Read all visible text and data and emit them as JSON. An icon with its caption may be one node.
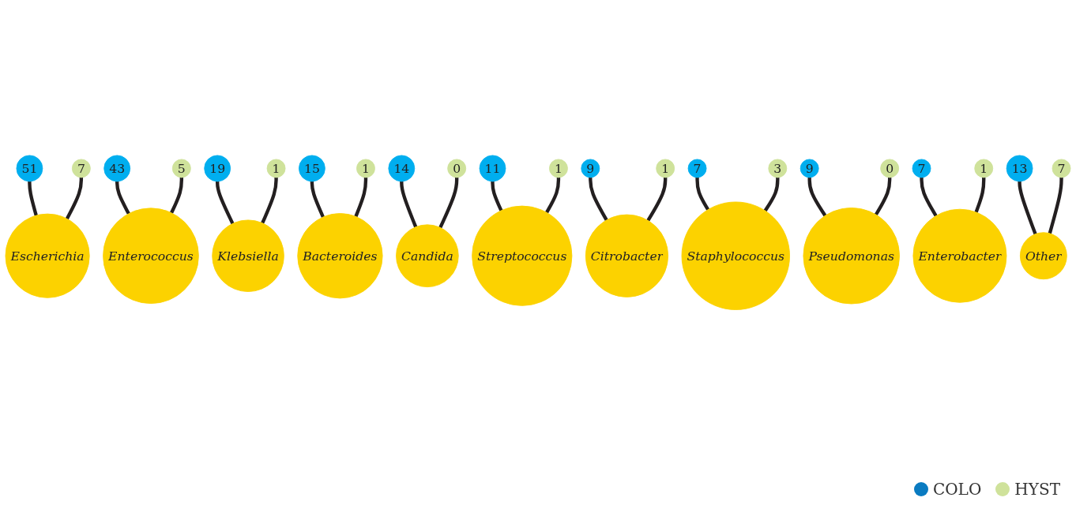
{
  "diagram": {
    "nodes": [
      {
        "text": [
          "51"
        ]
      },
      {
        "text": [
          "7"
        ]
      },
      {
        "text": [
          "Escherichia"
        ]
      },
      {
        "text": [
          "43"
        ]
      },
      {
        "text": [
          "5"
        ]
      },
      {
        "text": [
          "Enterococcus"
        ]
      },
      {
        "text": [
          "19"
        ]
      },
      {
        "text": [
          "1"
        ]
      },
      {
        "text": [
          "Klebsiella"
        ]
      },
      {
        "text": [
          "15"
        ]
      },
      {
        "text": [
          "1"
        ]
      },
      {
        "text": [
          "Bacteroides"
        ]
      },
      {
        "text": [
          "14"
        ]
      },
      {
        "text": [
          "0"
        ]
      },
      {
        "text": [
          "Candida"
        ]
      },
      {
        "text": [
          "11"
        ]
      },
      {
        "text": [
          "1"
        ]
      },
      {
        "text": [
          "Streptococcus"
        ]
      },
      {
        "text": [
          "9"
        ]
      },
      {
        "text": [
          "1"
        ]
      },
      {
        "text": [
          "Citrobacter"
        ]
      },
      {
        "text": [
          "7"
        ]
      },
      {
        "text": [
          "3"
        ]
      },
      {
        "text": [
          "Staphylococcus"
        ]
      },
      {
        "text": [
          "9"
        ]
      },
      {
        "text": [
          "0"
        ]
      },
      {
        "text": [
          "Pseudomonas"
        ]
      },
      {
        "text": [
          "7"
        ]
      },
      {
        "text": [
          "1"
        ]
      },
      {
        "text": [
          "Enterobacter"
        ]
      },
      {
        "text": [
          "13"
        ]
      },
      {
        "text": [
          "7"
        ]
      },
      {
        "text": [
          "Other"
        ]
      }
    ],
    "edges": [
      {
        "from": 0,
        "to": 2,
        "arrow": "none"
      },
      {
        "from": 1,
        "to": 2,
        "arrow": "none"
      },
      {
        "from": 3,
        "to": 5,
        "arrow": "none"
      },
      {
        "from": 4,
        "to": 5,
        "arrow": "none"
      },
      {
        "from": 6,
        "to": 8,
        "arrow": "none"
      },
      {
        "from": 7,
        "to": 8,
        "arrow": "none"
      },
      {
        "from": 9,
        "to": 11,
        "arrow": "none"
      },
      {
        "from": 10,
        "to": 11,
        "arrow": "none"
      },
      {
        "from": 12,
        "to": 14,
        "arrow": "none"
      },
      {
        "from": 13,
        "to": 14,
        "arrow": "none"
      },
      {
        "from": 15,
        "to": 17,
        "arrow": "none"
      },
      {
        "from": 16,
        "to": 17,
        "arrow": "none"
      },
      {
        "from": 18,
        "to": 20,
        "arrow": "none"
      },
      {
        "from": 19,
        "to": 20,
        "arrow": "none"
      },
      {
        "from": 21,
        "to": 23,
        "arrow": "none"
      },
      {
        "from": 22,
        "to": 23,
        "arrow": "none"
      },
      {
        "from": 24,
        "to": 26,
        "arrow": "none"
      },
      {
        "from": 25,
        "to": 26,
        "arrow": "none"
      },
      {
        "from": 27,
        "to": 29,
        "arrow": "none"
      },
      {
        "from": 28,
        "to": 29,
        "arrow": "none"
      },
      {
        "from": 30,
        "to": 32,
        "arrow": "none"
      },
      {
        "from": 31,
        "to": 32,
        "arrow": "none"
      }
    ],
    "legend": [
      {
        "text": "COLO",
        "color": "#0a7bc1"
      },
      {
        "text": "HYST",
        "color": "#cfe29b"
      }
    ]
  }
}
